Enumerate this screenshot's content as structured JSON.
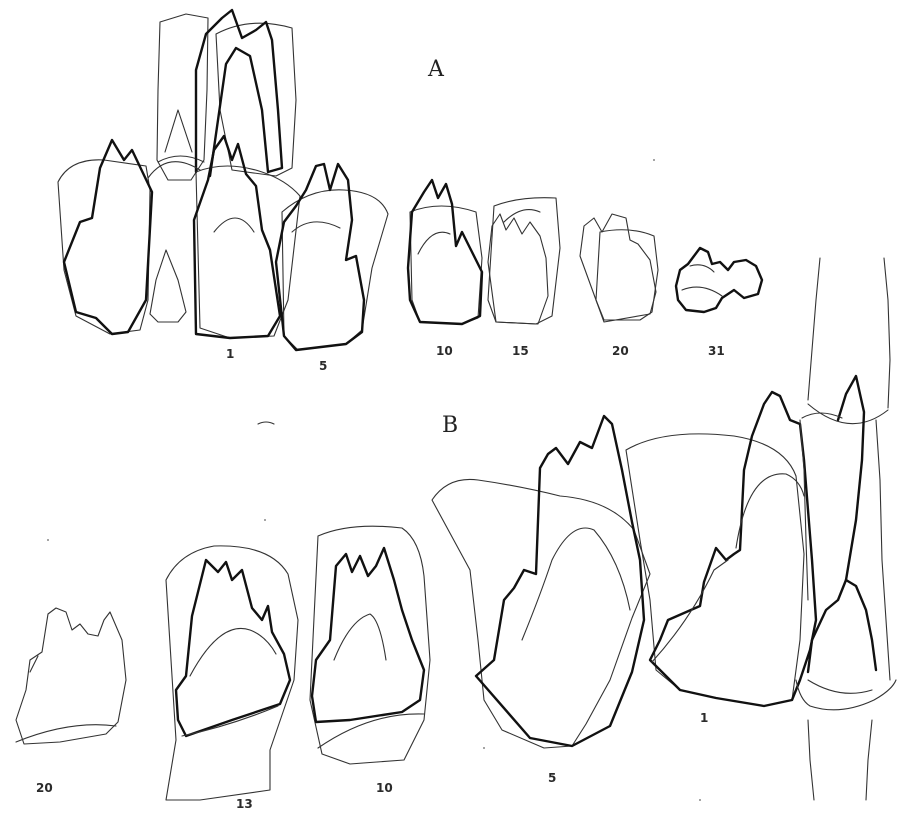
{
  "panel_a": {
    "letter": "A",
    "stage_labels": [
      "1",
      "5",
      "10",
      "15",
      "20",
      "31"
    ]
  },
  "panel_b": {
    "letter": "B",
    "stage_labels": [
      "20",
      "13",
      "10",
      "5",
      "1"
    ]
  }
}
